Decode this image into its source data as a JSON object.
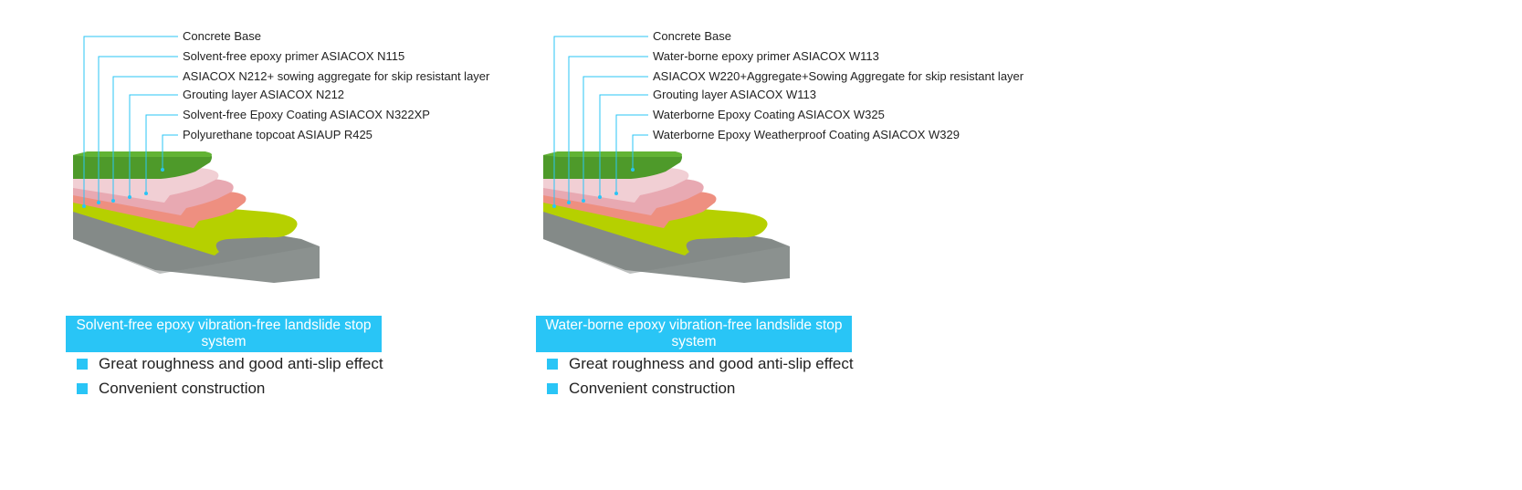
{
  "colors": {
    "accent": "#29c5f6",
    "leader_line": "#29c5f6",
    "topcoat_green": "#4e9a2a",
    "coating_pink": "#e8b7bf",
    "grout_salmon": "#ee8f80",
    "primer_yellowgreen": "#b6d000",
    "concrete_gray": "#8b918f"
  },
  "systems": [
    {
      "layers": [
        "Concrete Base",
        "Solvent-free epoxy primer ASIACOX N115",
        "ASIACOX N212+ sowing aggregate for skip resistant layer",
        "Grouting layer ASIACOX N212",
        "Solvent-free Epoxy Coating ASIACOX N322XP",
        "Polyurethane topcoat ASIAUP R425"
      ],
      "title": "Solvent-free epoxy vibration-free landslide stop system",
      "features": [
        "Great roughness and good anti-slip effect",
        "Convenient construction"
      ]
    },
    {
      "layers": [
        "Concrete Base",
        "Water-borne epoxy primer ASIACOX W113",
        "ASIACOX W220+Aggregate+Sowing Aggregate for skip resistant layer",
        "Grouting layer ASIACOX W113",
        "Waterborne Epoxy Coating ASIACOX W325",
        "Waterborne Epoxy Weatherproof Coating ASIACOX W329"
      ],
      "title": "Water-borne epoxy vibration-free landslide stop system",
      "features": [
        "Great roughness and good anti-slip effect",
        "Convenient construction"
      ]
    }
  ]
}
